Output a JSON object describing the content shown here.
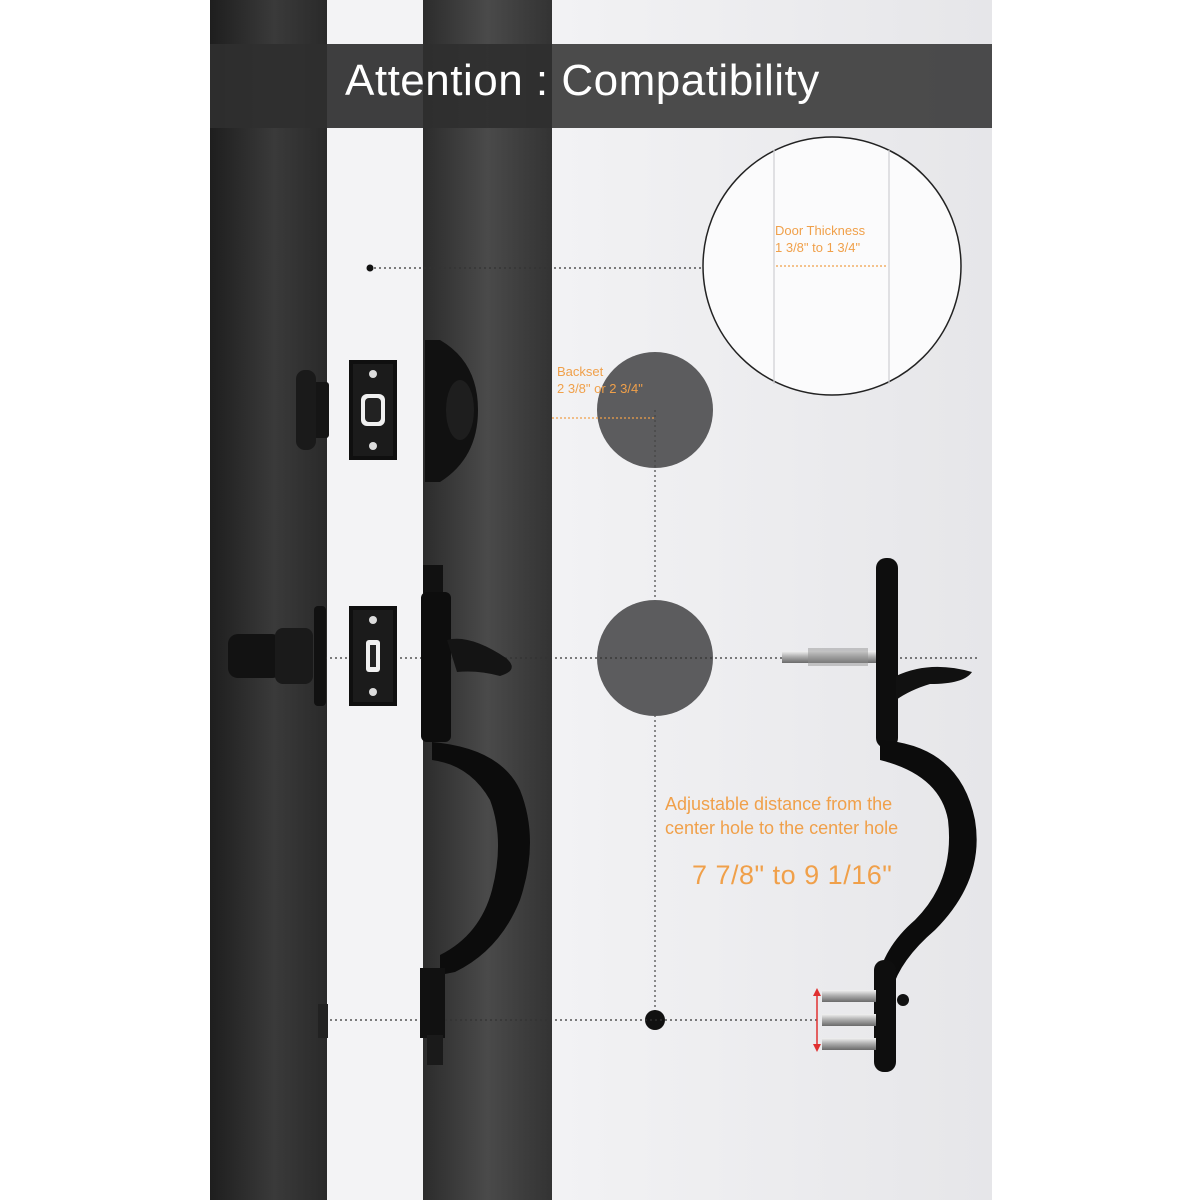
{
  "header": {
    "title": "Attention : Compatibility"
  },
  "door_thickness": {
    "label": "Door Thickness",
    "value": "1 3/8\" to 1 3/4\""
  },
  "backset": {
    "label": "Backset",
    "value": "2 3/8\" or 2 3/4\""
  },
  "handle_distance": {
    "line1": "Adjustable distance from the",
    "line2": "center hole to the center hole",
    "value": "7 7/8\" to 9 1/16\""
  },
  "colors": {
    "accent": "#f0a04a",
    "door_dark": "#2b2b2b",
    "hardware": "#111111"
  }
}
